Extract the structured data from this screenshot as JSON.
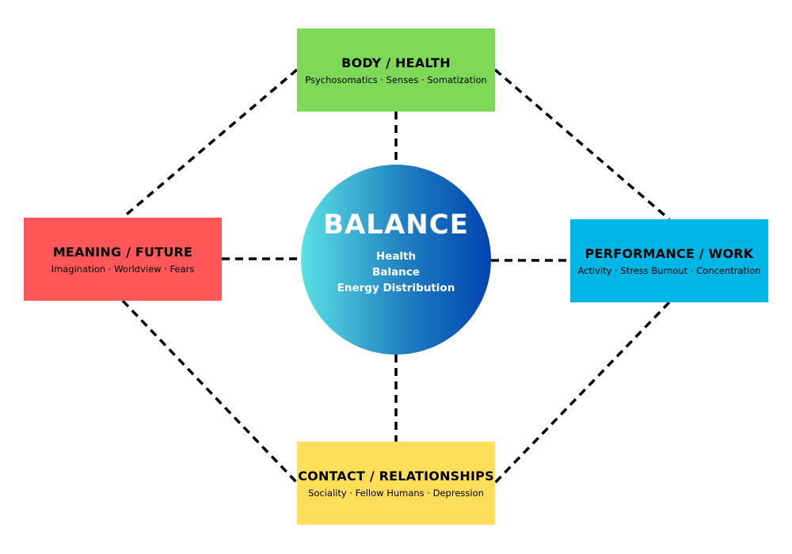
{
  "center": {
    "title": "BALANCE",
    "lines": [
      "Health",
      "Balance",
      "Energy Distribution"
    ],
    "gradient": [
      "#5ce1e6",
      "#0044b0"
    ]
  },
  "boxes": {
    "top": {
      "title": "BODY / HEALTH",
      "subtitle": "Psychosomatics · Senses · Somatization",
      "color": "#7dd957"
    },
    "left": {
      "title": "MEANING / FUTURE",
      "subtitle": "Imagination · Worldview · Fears",
      "color": "#ff5757"
    },
    "right": {
      "title": "PERFORMANCE / WORK",
      "subtitle": "Activity · Stress Burnout · Concentration",
      "color": "#00b6e6"
    },
    "bottom": {
      "title": "CONTACT / RELATIONSHIPS",
      "subtitle": "Sociality · Fellow Humans · Depression",
      "color": "#ffde59"
    }
  },
  "connectors": {
    "style": "dashed",
    "color": "#000000"
  }
}
